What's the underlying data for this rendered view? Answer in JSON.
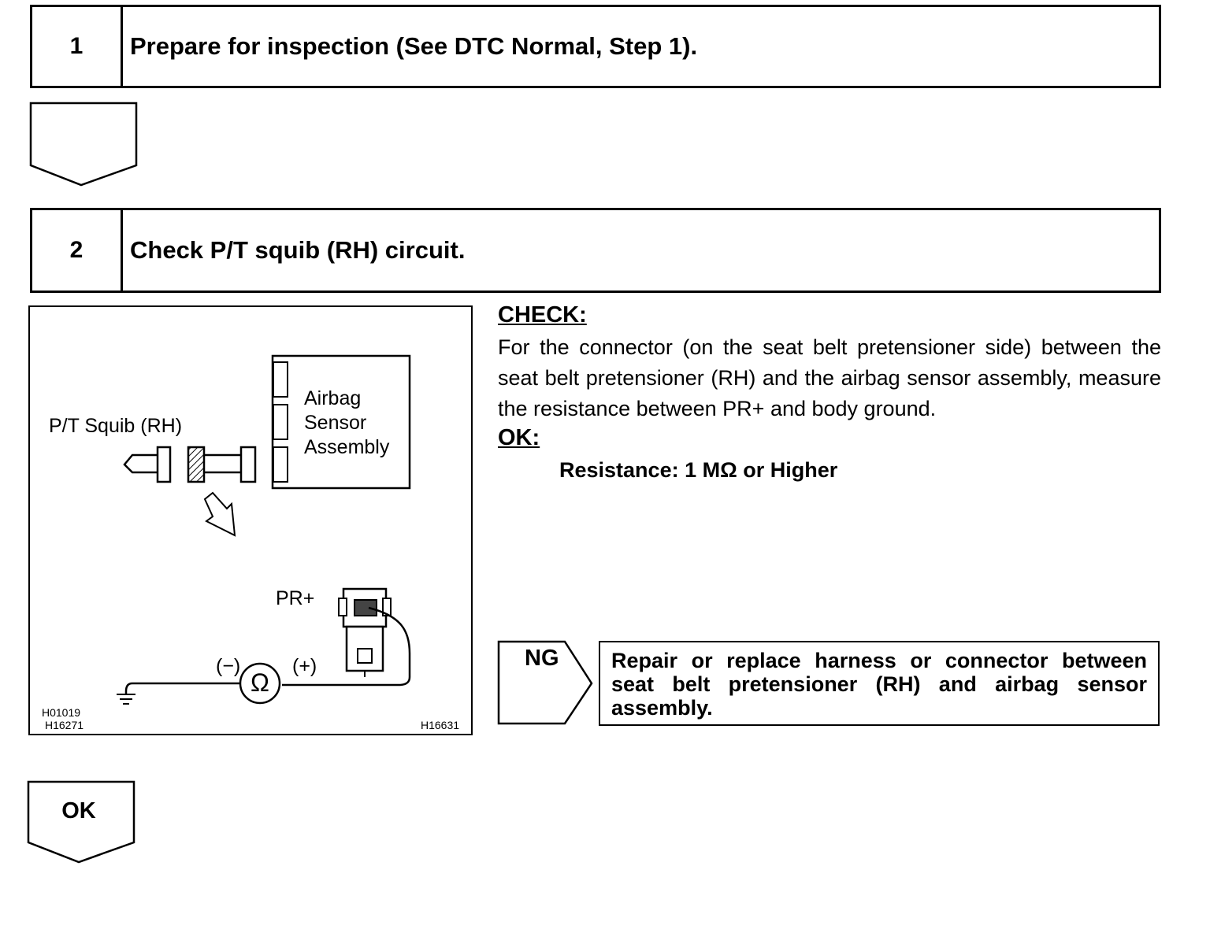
{
  "steps": [
    {
      "number": "1",
      "title": "Prepare for inspection (See DTC Normal, Step 1)."
    },
    {
      "number": "2",
      "title": "Check P/T squib (RH) circuit."
    }
  ],
  "check": {
    "heading": "CHECK:",
    "text": "For the connector (on the seat belt pretensioner side) between the seat belt pretensioner (RH) and the airbag sensor assembly, measure the resistance between PR+ and body ground.",
    "ok_heading": "OK:",
    "spec": "Resistance: 1 MΩ or Higher"
  },
  "diagram": {
    "squib_label": "P/T Squib (RH)",
    "sensor_label": [
      "Airbag",
      "Sensor",
      "Assembly"
    ],
    "pin_label": "PR+",
    "minus_label": "(−)",
    "plus_label": "(+)",
    "meter_symbol": "Ω",
    "codes_left": [
      "H01019",
      "H16271"
    ],
    "code_right": "H16631"
  },
  "ng": {
    "label": "NG",
    "action": "Repair or replace harness or connector between seat belt pretensioner (RH) and airbag sensor assembly."
  },
  "ok_result": {
    "label": "OK"
  }
}
